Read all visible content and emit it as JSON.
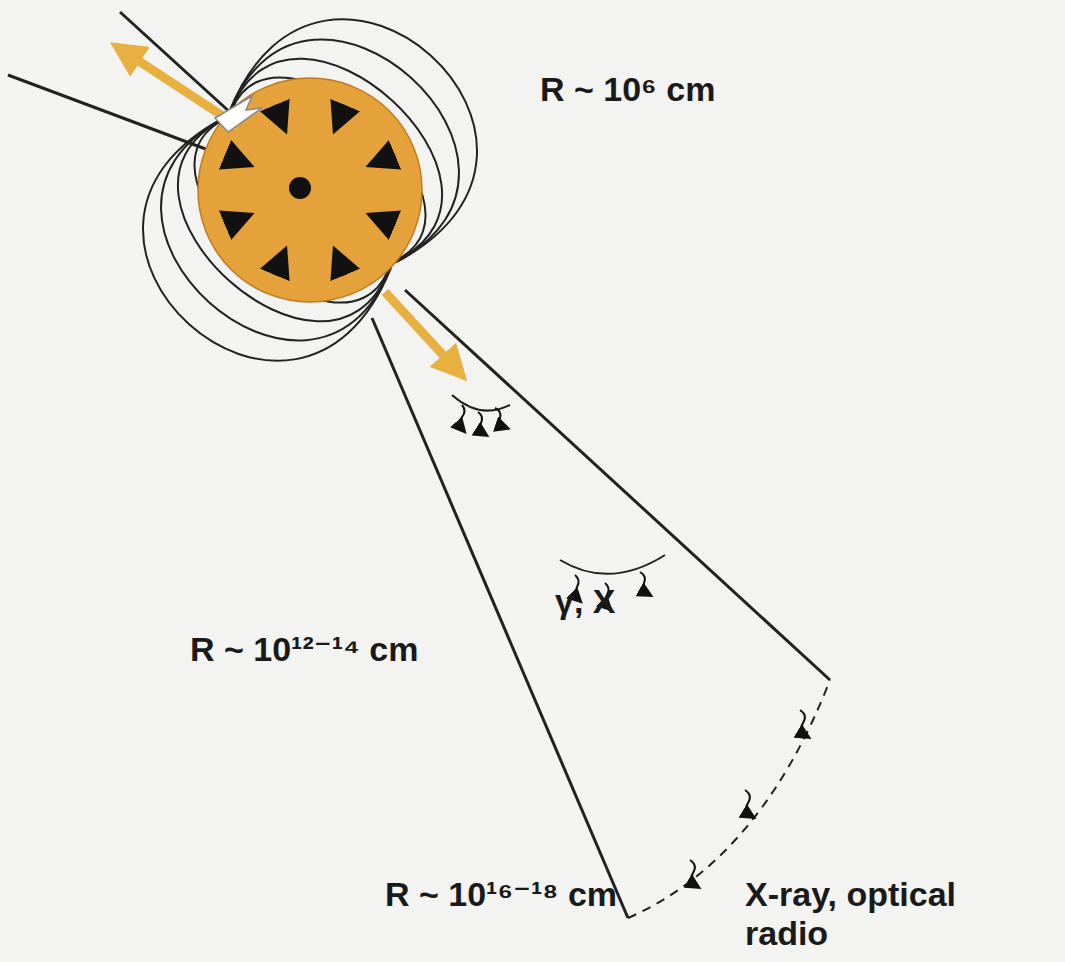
{
  "diagram": {
    "labels": [
      "R ~ 10⁶ cm",
      "γ, X",
      "R ~ 10¹²⁻¹⁴ cm",
      "R ~ 10¹⁶⁻¹⁸ cm",
      "X-ray, optical radio"
    ]
  }
}
